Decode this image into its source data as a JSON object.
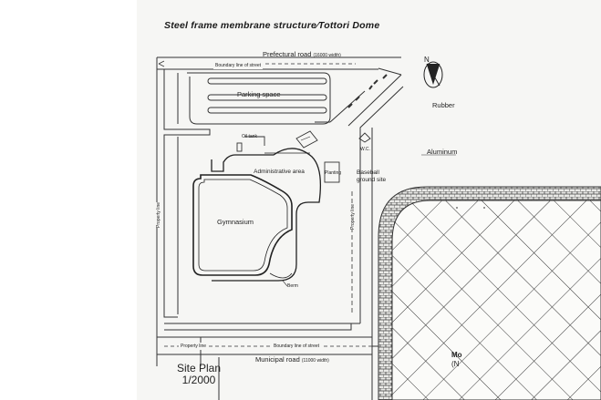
{
  "title": "Steel frame membrane structure⁄Tottori Dome",
  "labels": {
    "prefectural_road": "Prefectural road",
    "prefectural_width": "(16000 width)",
    "boundary_top": "Boundary line of street",
    "parking": "Parking space",
    "oil_tank": "Oil tank",
    "admin": "Administrative area",
    "planting": "Planting",
    "wc": "W.C.",
    "baseball": "Baseball ground site",
    "rubber": "Rubber",
    "aluminum": "Aluminum",
    "gymnasium": "Gymnasium",
    "berm": "Berm",
    "property_left": "Property line",
    "property_right": "Property line",
    "property_bottom": "Property line",
    "boundary_bottom": "Boundary line of street",
    "municipal_road": "Municipal road",
    "municipal_width": "(11000 width)",
    "north": "N",
    "mo": "Mo",
    "mo2": "(N"
  },
  "site_plan": {
    "line1": "Site Plan",
    "line2": "1/2000"
  }
}
